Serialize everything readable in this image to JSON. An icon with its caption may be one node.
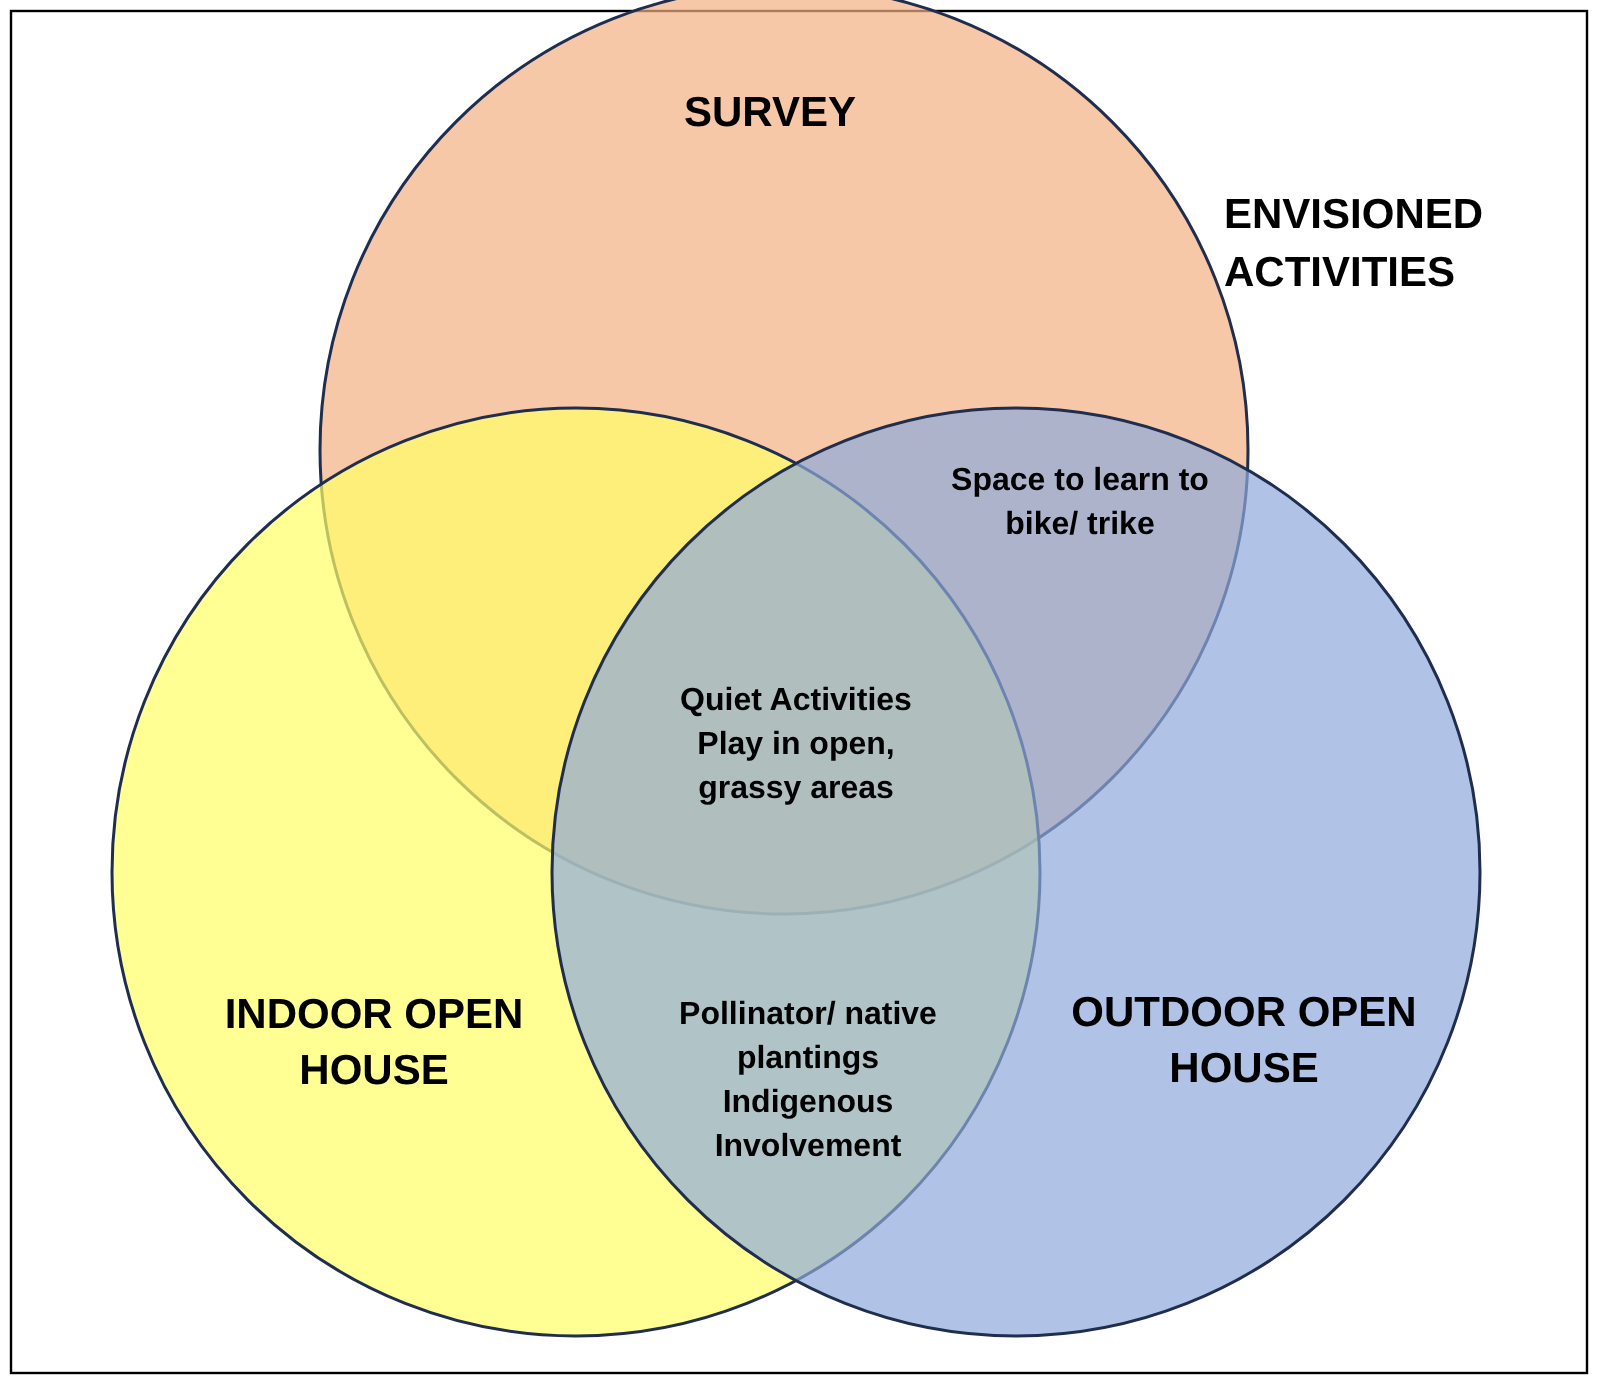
{
  "diagram": {
    "title": "ENVISIONED ACTIVITIES",
    "nodes": [
      {
        "text": [
          "SURVEY"
        ]
      },
      {
        "text": [
          "INDOOR OPEN HOUSE"
        ]
      },
      {
        "text": [
          "OUTDOOR OPEN HOUSE"
        ]
      }
    ],
    "labels": [
      "Space to learn to bike/ trike",
      "Quiet Activities",
      "Play in open, grassy areas",
      "Pollinator/ native plantings",
      "Indigenous Involvement"
    ]
  }
}
